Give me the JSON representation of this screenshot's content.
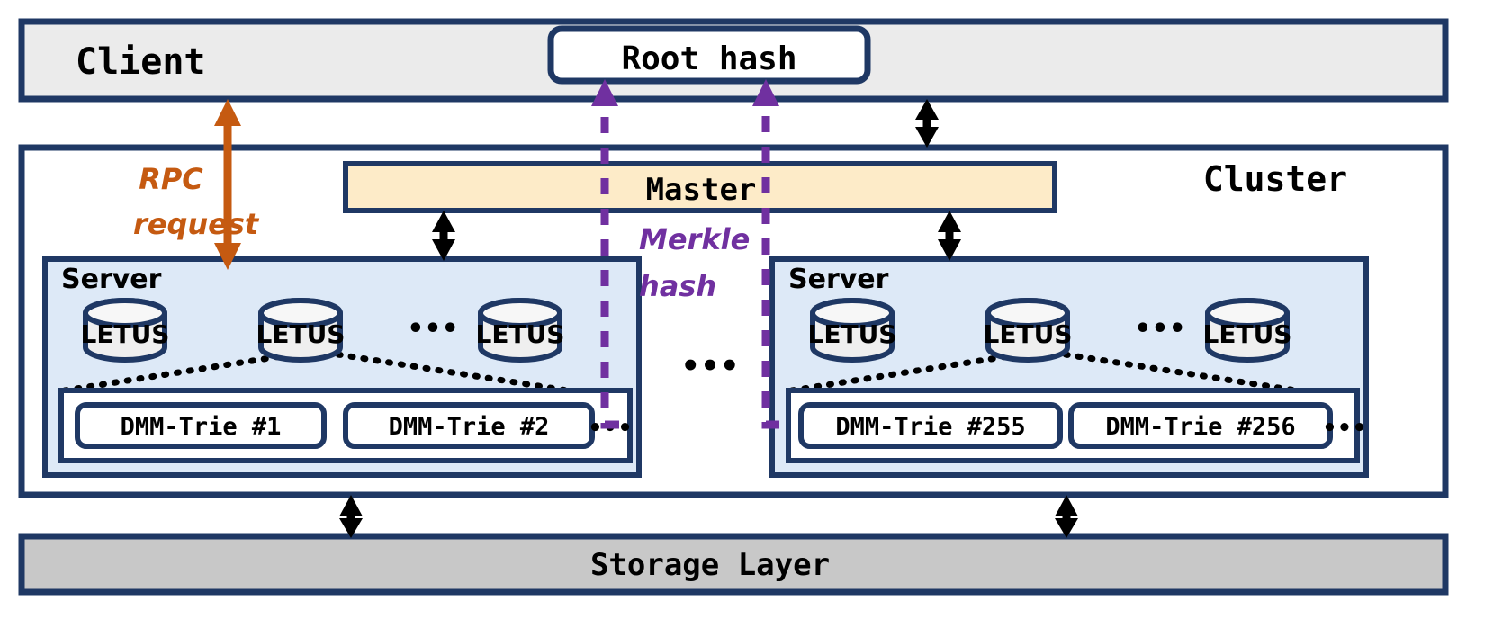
{
  "diagram": {
    "title_client": "Client",
    "title_cluster": "Cluster",
    "root_hash_label": "Root hash",
    "master_label": "Master",
    "storage_layer_label": "Storage Layer",
    "server_label_left": "Server",
    "server_label_right": "Server",
    "rpc_label_line1": "RPC",
    "rpc_label_line2": "request",
    "merkle_label_line1": "Merkle",
    "merkle_label_line2": "hash",
    "ellipsis": "•••",
    "letus_label": "LETUS",
    "left_server": {
      "letus": [
        "LETUS",
        "LETUS",
        "LETUS"
      ],
      "letus_gap_ellipsis": "•••",
      "tries": [
        "DMM-Trie #1",
        "DMM-Trie #2"
      ],
      "trie_trailing_ellipsis": "•••"
    },
    "right_server": {
      "letus": [
        "LETUS",
        "LETUS",
        "LETUS"
      ],
      "letus_gap_ellipsis": "•••",
      "tries": [
        "DMM-Trie #255",
        "DMM-Trie #256"
      ],
      "trie_trailing_ellipsis": "•••"
    },
    "between_servers_ellipsis": "•••",
    "colors": {
      "outline": "#1F3864",
      "client_fill": "#EBEBEB",
      "cluster_fill": "#FFFFFF",
      "master_fill": "#FDEBC8",
      "server_fill": "#DDE9F7",
      "storage_fill": "#C8C8C8",
      "rpc_arrow": "#C55A11",
      "merkle_dash": "#7030A0",
      "letus_fill": "#EFEFEF",
      "black_arrow": "#000000"
    }
  }
}
